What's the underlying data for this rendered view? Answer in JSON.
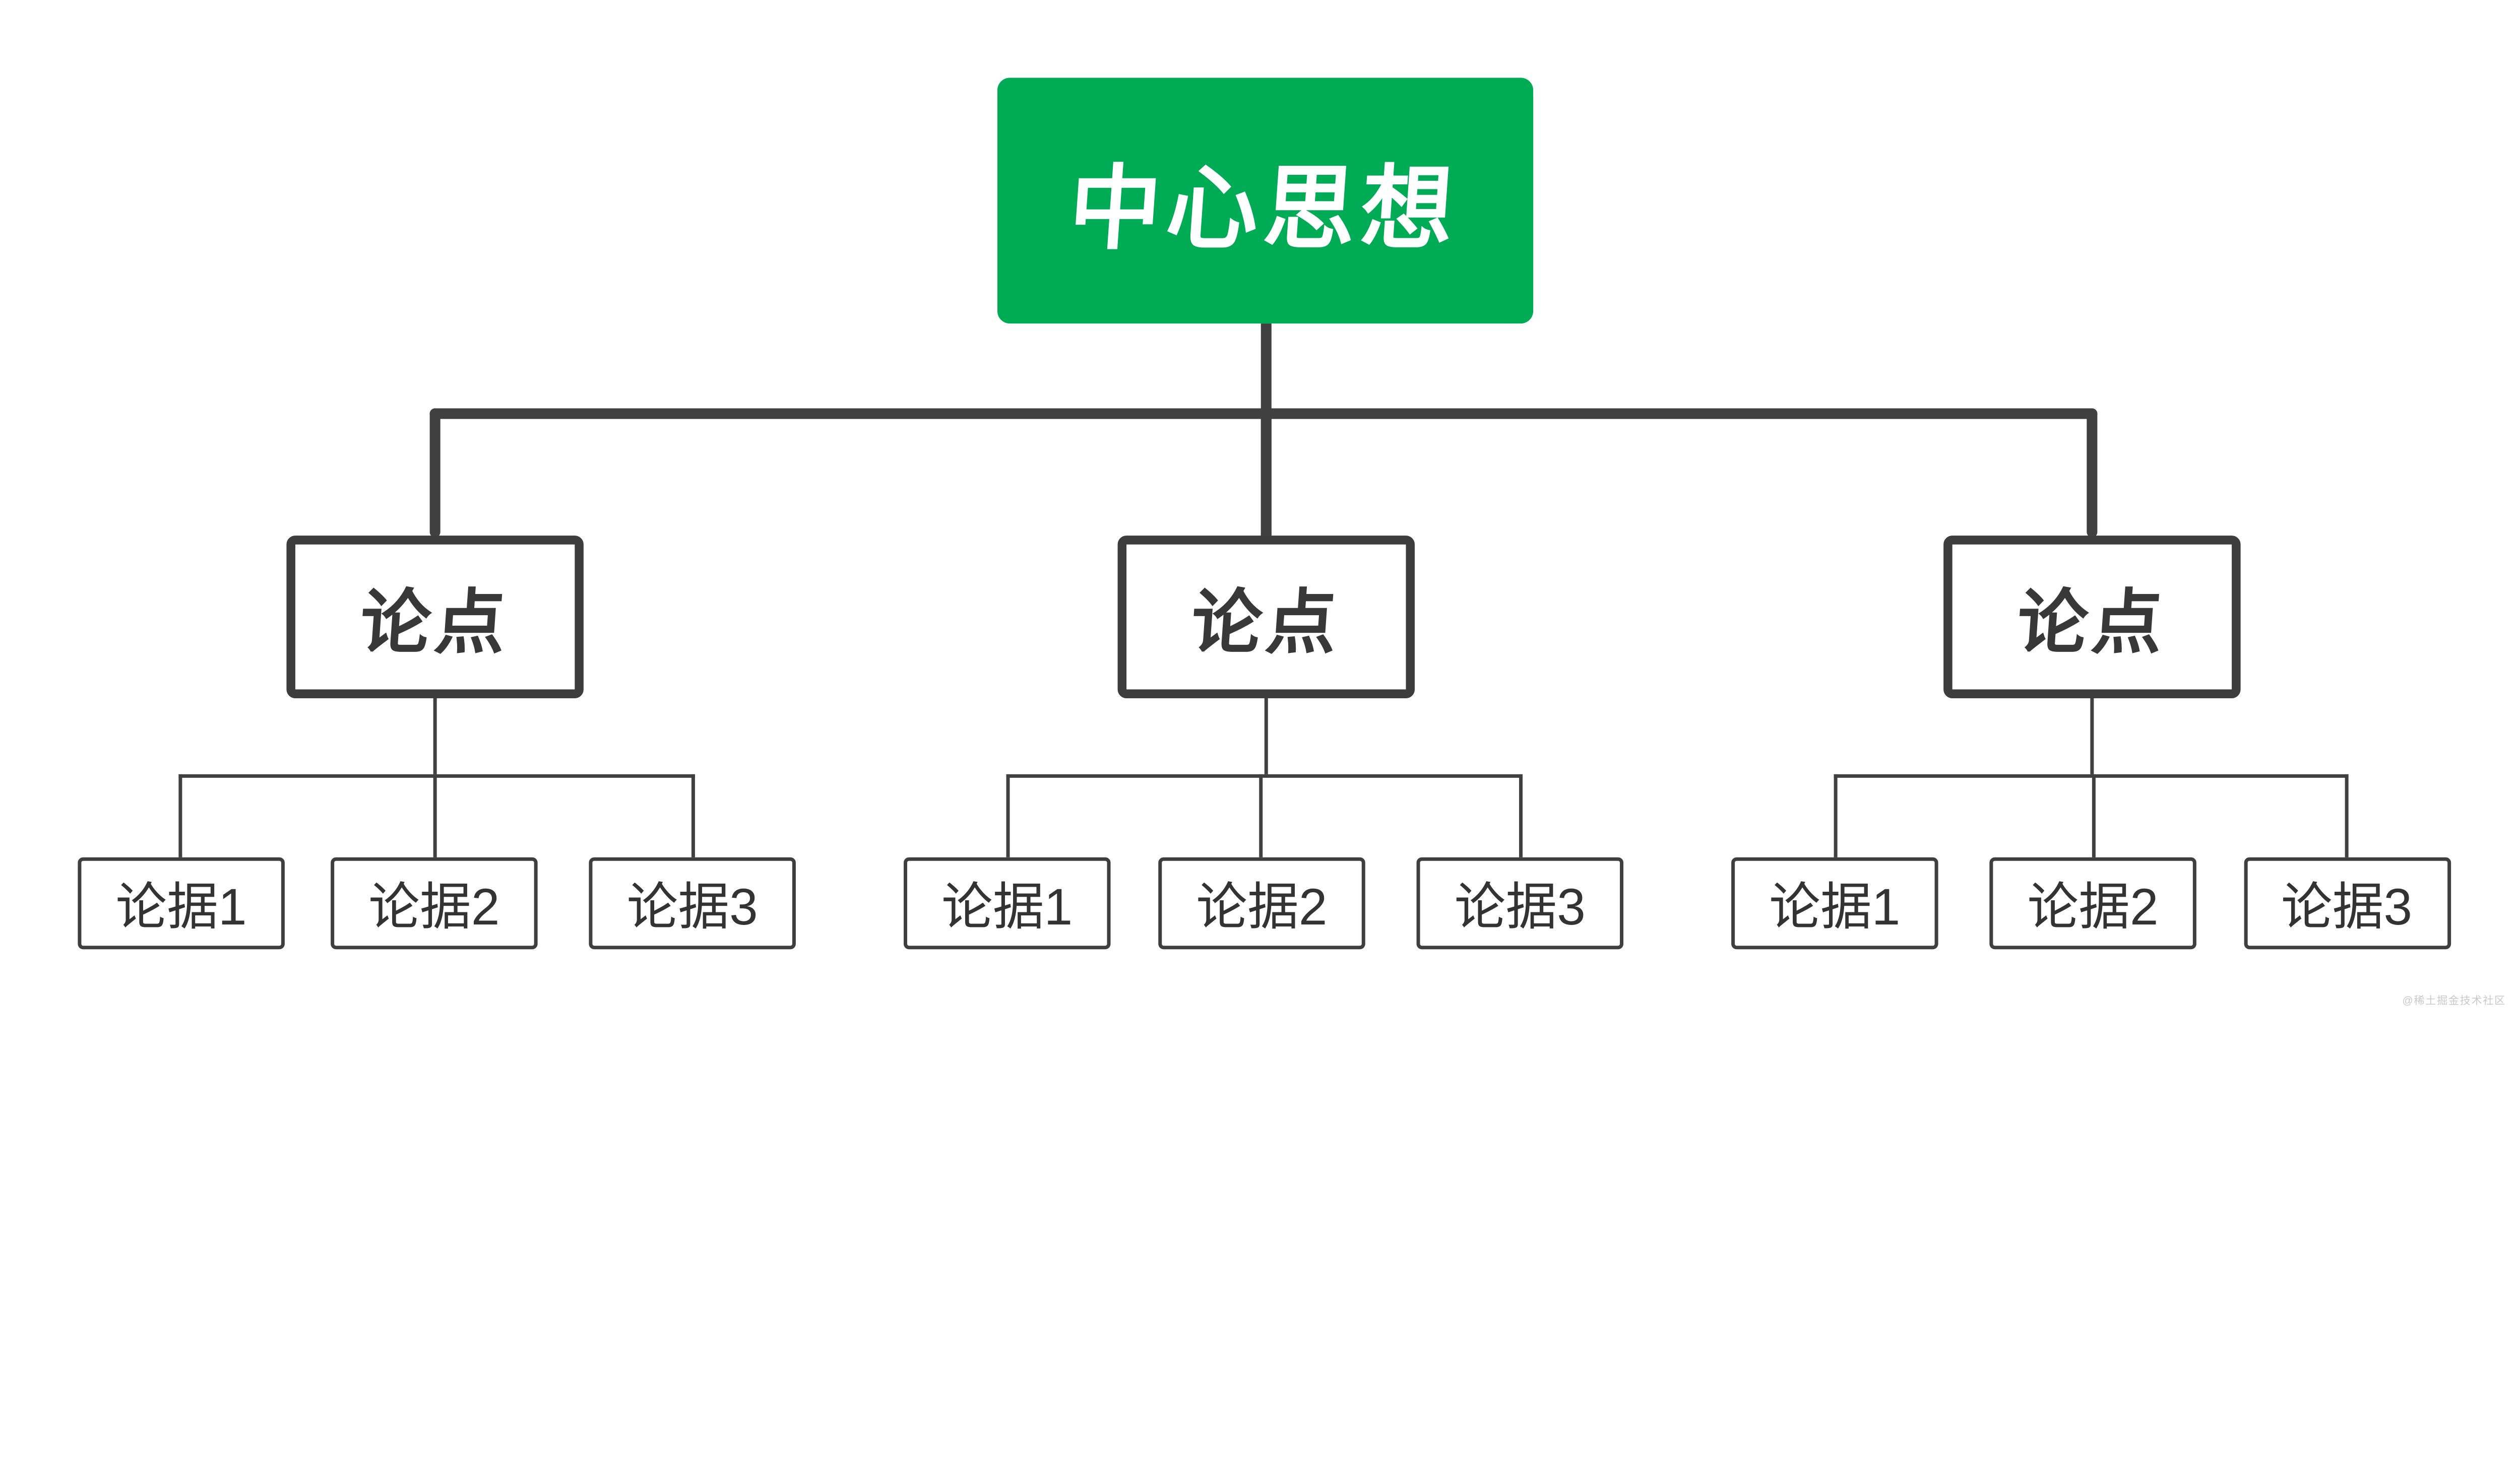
{
  "diagram": {
    "root": {
      "label": "中心思想"
    },
    "branches": [
      {
        "label": "论点",
        "children": [
          {
            "label": "论据1"
          },
          {
            "label": "论据2"
          },
          {
            "label": "论据3"
          }
        ]
      },
      {
        "label": "论点",
        "children": [
          {
            "label": "论据1"
          },
          {
            "label": "论据2"
          },
          {
            "label": "论据3"
          }
        ]
      },
      {
        "label": "论点",
        "children": [
          {
            "label": "论据1"
          },
          {
            "label": "论据2"
          },
          {
            "label": "论据3"
          }
        ]
      }
    ],
    "watermark": "@稀土掘金技术社区",
    "colors": {
      "root_bg": "#00ab55",
      "root_text": "#ffffff",
      "line": "#404040",
      "node_border": "#3d3d3d",
      "node_text": "#383838",
      "leaf_border": "#3f3f3f",
      "leaf_text": "#333333",
      "watermark": "#c9c9c9",
      "background": "#ffffff"
    }
  }
}
